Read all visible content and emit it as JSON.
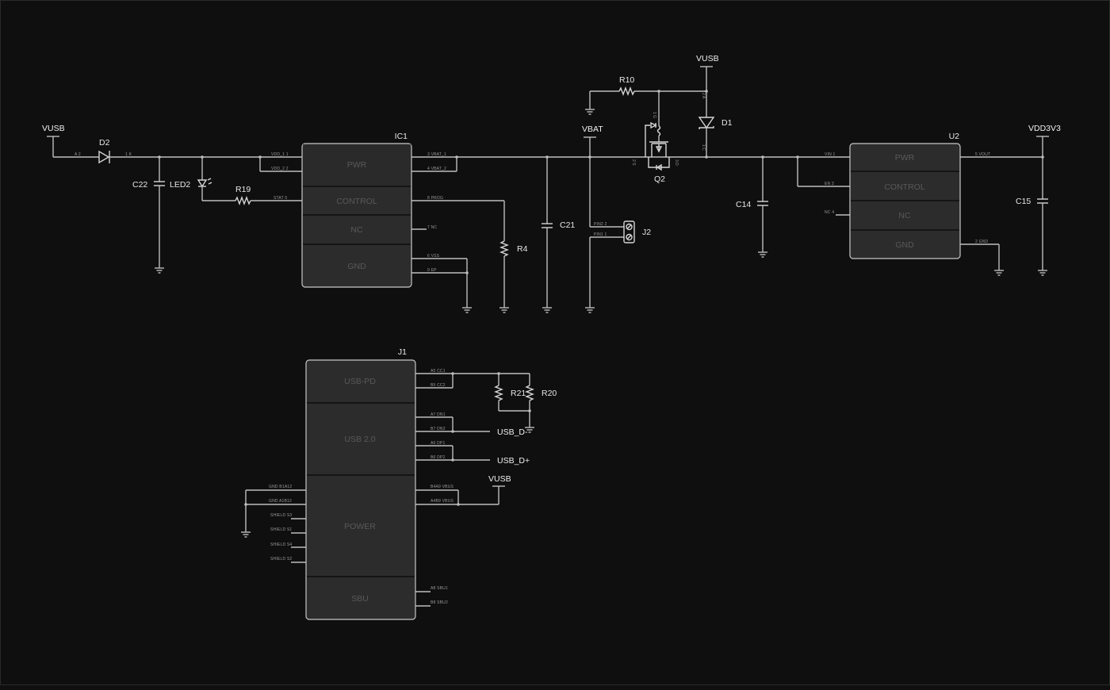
{
  "diagram": {
    "type": "schematic",
    "theme_colors": {
      "background": "#0f0f0f",
      "wire": "#bdbdbd",
      "chip_fill": "#2c2c2c",
      "section_label": "#595959",
      "text": "#e6e6e6"
    },
    "net_labels": {
      "vusb_left": "VUSB",
      "vusb_top": "VUSB",
      "vbat": "VBAT",
      "vdd3v3": "VDD3V3",
      "vusb_j1": "VUSB",
      "usb_dm": "USB_D-",
      "usb_dp": "USB_D+"
    },
    "components": {
      "D2": {
        "ref": "D2",
        "pins": [
          "A 2",
          "1 K"
        ]
      },
      "C22": {
        "ref": "C22"
      },
      "LED2": {
        "ref": "LED2"
      },
      "R19": {
        "ref": "R19"
      },
      "R4": {
        "ref": "R4"
      },
      "C21": {
        "ref": "C21"
      },
      "R10": {
        "ref": "R10"
      },
      "D1": {
        "ref": "D1",
        "pins": [
          "2 A",
          "1 C"
        ]
      },
      "Q2": {
        "ref": "Q2",
        "pins": [
          "1 G",
          "2 S",
          "3 D"
        ]
      },
      "J2": {
        "ref": "J2",
        "pins": [
          "PIN2 2",
          "PIN1 1"
        ]
      },
      "C14": {
        "ref": "C14"
      },
      "C15": {
        "ref": "C15"
      },
      "R21": {
        "ref": "R21"
      },
      "R20": {
        "ref": "R20"
      }
    },
    "IC1": {
      "ref": "IC1",
      "sections": [
        "PWR",
        "CONTROL",
        "NC",
        "GND"
      ],
      "left_pins": [
        "VDD_1 1",
        "VDD_2 2",
        "STAT 5"
      ],
      "right_pins": [
        "3 VBAT_1",
        "4 VBAT_2",
        "8 PROG",
        "7 NC",
        "6 VSS",
        "9 EP"
      ]
    },
    "U2": {
      "ref": "U2",
      "sections": [
        "PWR",
        "CONTROL",
        "NC",
        "GND"
      ],
      "left_pins": [
        "VIN 1",
        "EN 3",
        "NC 4"
      ],
      "right_pins": [
        "5 VOUT",
        "2 GND"
      ]
    },
    "J1": {
      "ref": "J1",
      "sections": [
        "USB-PD",
        "USB 2.0",
        "POWER",
        "SBU"
      ],
      "right_pins": [
        "A5 CC1",
        "B5 CC2",
        "A7 DN1",
        "B7 DN2",
        "A6 DP1",
        "B6 DP2",
        "B4A9 VBUS",
        "A4B9 VBUS",
        "A8 SBU1",
        "B8 SBU2"
      ],
      "left_pins": [
        "GND B1A12",
        "GND A1B12",
        "SHIELD S3",
        "SHIELD S1",
        "SHIELD S4",
        "SHIELD S2"
      ]
    }
  }
}
